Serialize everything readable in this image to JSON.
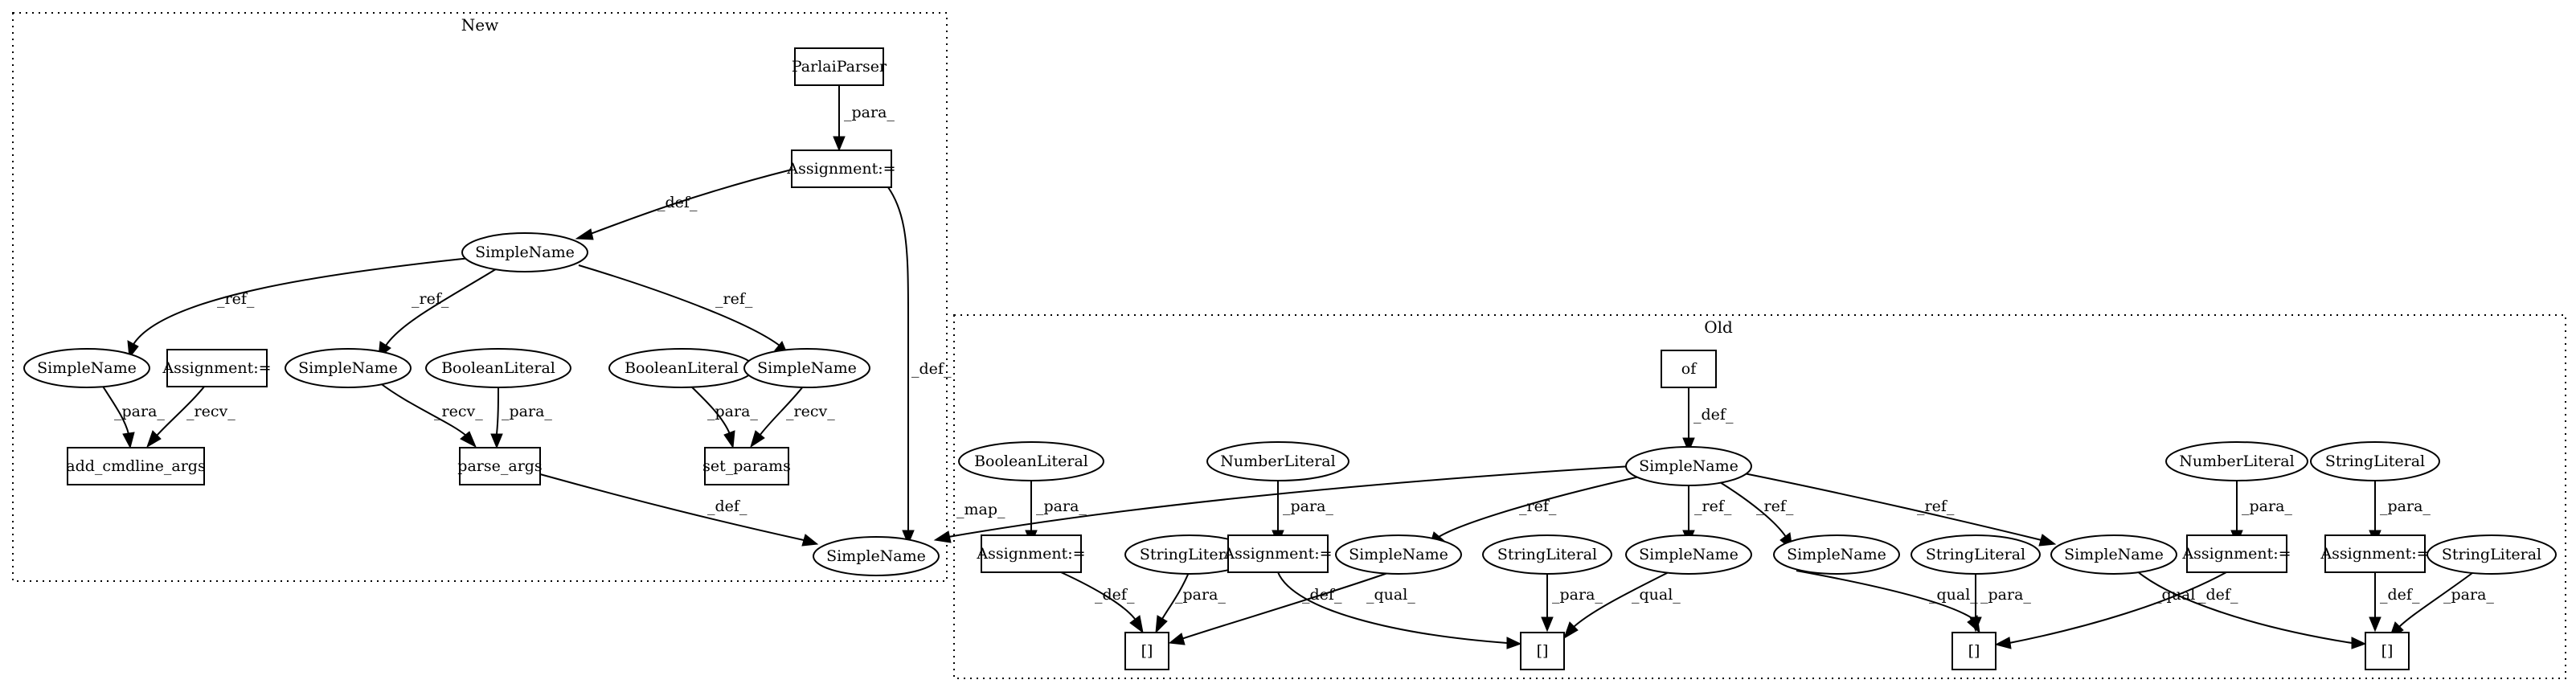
{
  "clusters": {
    "new": {
      "title": "New"
    },
    "old": {
      "title": "Old"
    }
  },
  "nodes": {
    "parlaiparser": "ParlaiParser",
    "new_assign_top": "Assignment:=",
    "new_simplename_root": "SimpleName",
    "new_sn_left": "SimpleName",
    "new_assign_small": "Assignment:=",
    "new_sn_mid": "SimpleName",
    "new_bool_mid": "BooleanLiteral",
    "new_bool_right": "BooleanLiteral",
    "new_sn_right": "SimpleName",
    "add_cmdline_args": "add_cmdline_args",
    "parse_args": "parse_args",
    "set_params": "set_params",
    "new_sn_target": "SimpleName",
    "of": "of",
    "old_sn_root": "SimpleName",
    "old_bool": "BooleanLiteral",
    "old_num1": "NumberLiteral",
    "old_num2": "NumberLiteral",
    "old_str_top": "StringLiteral",
    "old_assign1": "Assignment:=",
    "old_assign2": "Assignment:=",
    "old_assign3": "Assignment:=",
    "old_assign4": "Assignment:=",
    "old_str1": "StringLiteral",
    "old_str2": "StringLiteral",
    "old_str3": "StringLiteral",
    "old_str4": "StringLiteral",
    "old_sn1": "SimpleName",
    "old_sn2": "SimpleName",
    "old_sn3": "SimpleName",
    "old_sn4": "SimpleName",
    "idx1": "[]",
    "idx2": "[]",
    "idx3": "[]",
    "idx4": "[]"
  },
  "edge_labels": {
    "para": "_para_",
    "def": "_def_",
    "ref": "_ref_",
    "recv": "_recv_",
    "map": "_map_",
    "qual": "_qual_"
  }
}
